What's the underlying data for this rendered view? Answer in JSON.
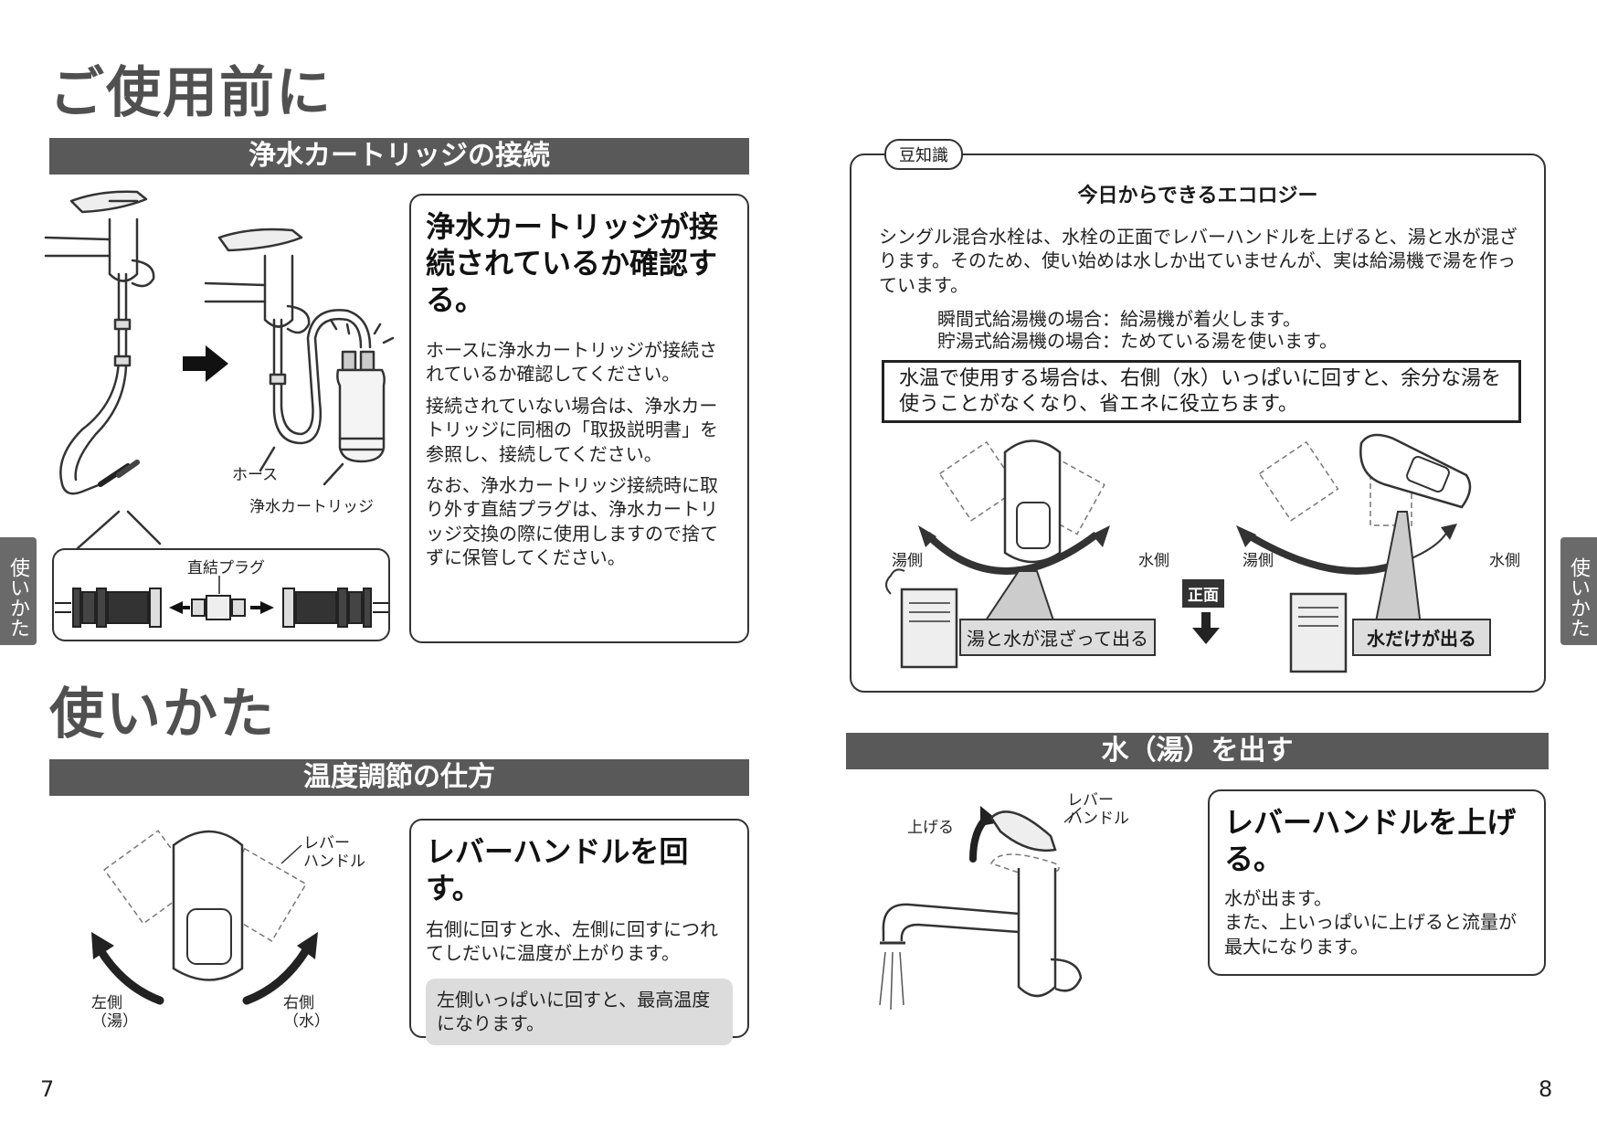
{
  "left_page": {
    "title_before": "ご使用前に",
    "section1_bar": "浄水カートリッジの接続",
    "section1_box": {
      "title": "浄水カートリッジが接続されているか確認する。",
      "p1": "ホースに浄水カートリッジが接続されているか確認してください。",
      "p2": "接続されていない場合は、浄水カートリッジに同梱の「取扱説明書」を参照し、接続してください。",
      "p3": "なお、浄水カートリッジ接続時に取り外す直結プラグは、浄水カートリッジ交換の際に使用しますので捨てずに保管してください。"
    },
    "fig1_labels": {
      "hose": "ホース",
      "cartridge": "浄水カートリッジ",
      "plug": "直結プラグ"
    },
    "title_usage": "使いかた",
    "section2_bar": "温度調節の仕方",
    "fig2_labels": {
      "lever": "レバー\nハンドル",
      "left": "左側\n（湯）",
      "right": "右側\n（水）"
    },
    "section2_box": {
      "title": "レバーハンドルを回す。",
      "p1": "右側に回すと水、左側に回すにつれてしだいに温度が上がります。",
      "note": "左側いっぱいに回すと、最高温度になります。"
    },
    "page_number": "7",
    "side_tab": "使いかた"
  },
  "right_page": {
    "tip_badge": "豆知識",
    "tip_title": "今日からできるエコロジー",
    "tip_p1": "シングル混合水栓は、水栓の正面でレバーハンドルを上げると、湯と水が混ざります。そのため、使い始めは水しか出ていませんが、実は給湯機で湯を作っています。",
    "tip_line1": "瞬間式給湯機の場合：給湯機が着火します。",
    "tip_line2": "貯湯式給湯機の場合：ためている湯を使います。",
    "tip_highlight": "水温で使用する場合は、右側（水）いっぱいに回すと、余分な湯を使うことがなくなり、省エネに役立ちます。",
    "fig3_labels": {
      "hot_side": "湯側",
      "cold_side": "水側",
      "front": "正面",
      "mixed": "湯と水が混ざって出る",
      "water_only": "水だけが出る"
    },
    "section3_bar": "水（湯）を出す",
    "fig4_labels": {
      "raise": "上げる",
      "lever": "レバー\nハンドル"
    },
    "section3_box": {
      "title": "レバーハンドルを上げる。",
      "p1": "水が出ます。",
      "p2": "また、上いっぱいに上げると流量が最大になります。"
    },
    "page_number": "8",
    "side_tab": "使いかた"
  }
}
